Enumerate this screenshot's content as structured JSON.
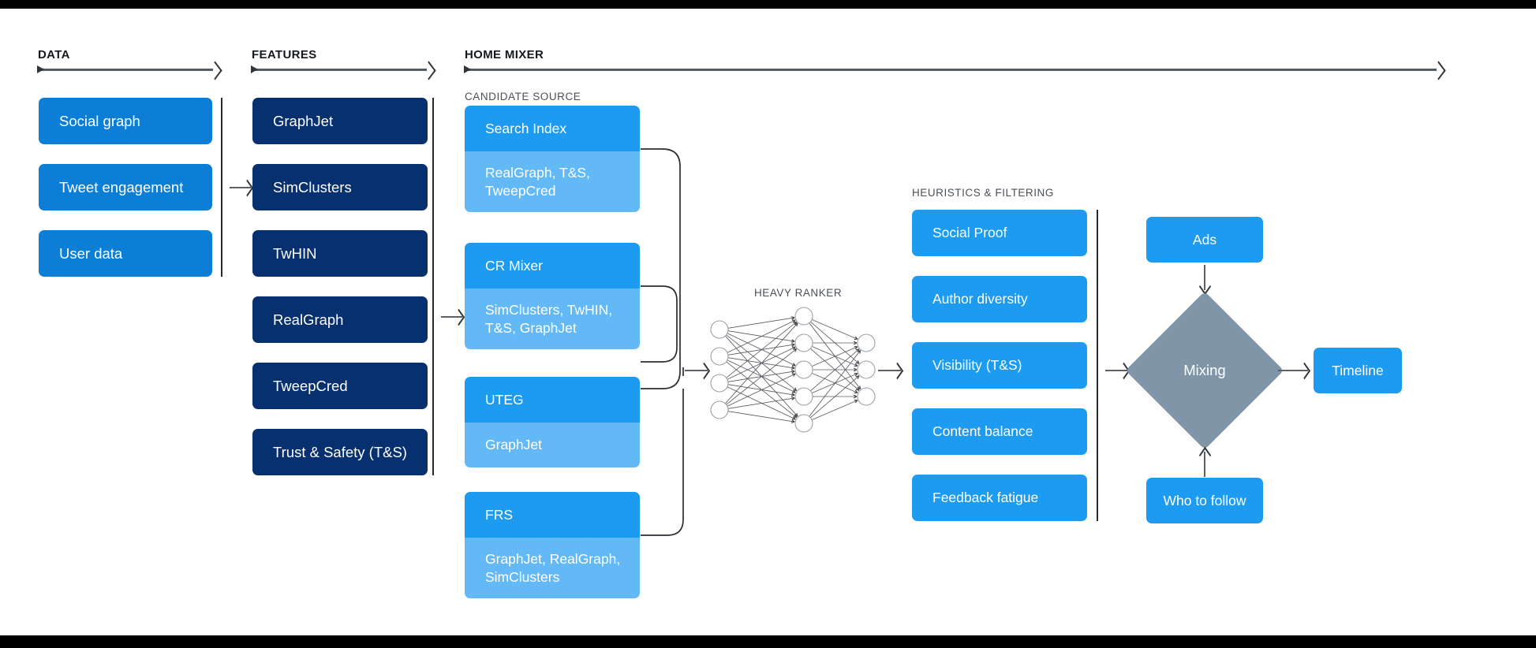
{
  "sections": {
    "data": {
      "label": "DATA"
    },
    "features": {
      "label": "FEATURES"
    },
    "home_mixer": {
      "label": "HOME MIXER"
    },
    "candidate_source": {
      "label": "CANDIDATE SOURCE"
    },
    "heavy_ranker": {
      "label": "HEAVY RANKER"
    },
    "heuristics": {
      "label": "HEURISTICS & FILTERING"
    }
  },
  "data_boxes": [
    {
      "label": "Social graph"
    },
    {
      "label": "Tweet engagement"
    },
    {
      "label": "User data"
    }
  ],
  "feature_boxes": [
    {
      "label": "GraphJet"
    },
    {
      "label": "SimClusters"
    },
    {
      "label": "TwHIN"
    },
    {
      "label": "RealGraph"
    },
    {
      "label": "TweepCred"
    },
    {
      "label": "Trust & Safety (T&S)"
    }
  ],
  "candidate_sources": [
    {
      "title": "Search Index",
      "features": "RealGraph, T&S,\nTweepCred"
    },
    {
      "title": "CR Mixer",
      "features": "SimClusters, TwHIN,\nT&S, GraphJet"
    },
    {
      "title": "UTEG",
      "features": "GraphJet"
    },
    {
      "title": "FRS",
      "features": "GraphJet, RealGraph,\nSimClusters"
    }
  ],
  "heuristics_boxes": [
    {
      "label": "Social Proof"
    },
    {
      "label": "Author diversity"
    },
    {
      "label": "Visibility (T&S)"
    },
    {
      "label": "Content balance"
    },
    {
      "label": "Feedback fatigue"
    }
  ],
  "mixing": {
    "ads_label": "Ads",
    "diamond_label": "Mixing",
    "who_to_follow_label": "Who to follow",
    "timeline_label": "Timeline"
  },
  "neural_net": {
    "input_nodes": 4,
    "hidden_nodes": 5,
    "output_nodes": 3
  },
  "colors": {
    "data_blue": "#0c7ed6",
    "feature_navy": "#07306e",
    "source_head": "#1d9bf0",
    "source_body": "#63b9f6",
    "heuristic_blue": "#1d9bf0",
    "diamond_gray": "#8096a8",
    "line_gray": "#5a6066",
    "bar_black": "#000000"
  }
}
